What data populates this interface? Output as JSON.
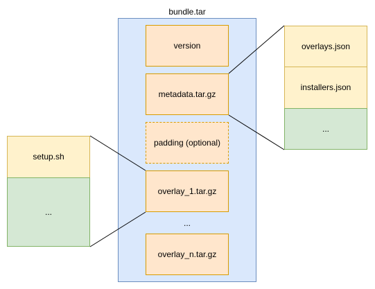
{
  "bundle": {
    "title": "bundle.tar",
    "items": {
      "version": "version",
      "metadata": "metadata.tar.gz",
      "padding": "padding (optional)",
      "overlay_1": "overlay_1.tar.gz",
      "ellipsis": "...",
      "overlay_n": "overlay_n.tar.gz"
    }
  },
  "metadata_contents": {
    "overlays": "overlays.json",
    "installers": "installers.json",
    "ellipsis": "..."
  },
  "overlay_contents": {
    "setup": "setup.sh",
    "ellipsis": "..."
  },
  "colors": {
    "container_fill": "#dae8fc",
    "container_stroke": "#6c8ebf",
    "orange_fill": "#ffe6cc",
    "orange_stroke": "#d79b00",
    "yellow_fill": "#fff2cc",
    "yellow_stroke": "#d6b656",
    "green_fill": "#d5e8d4",
    "green_stroke": "#82b366"
  }
}
